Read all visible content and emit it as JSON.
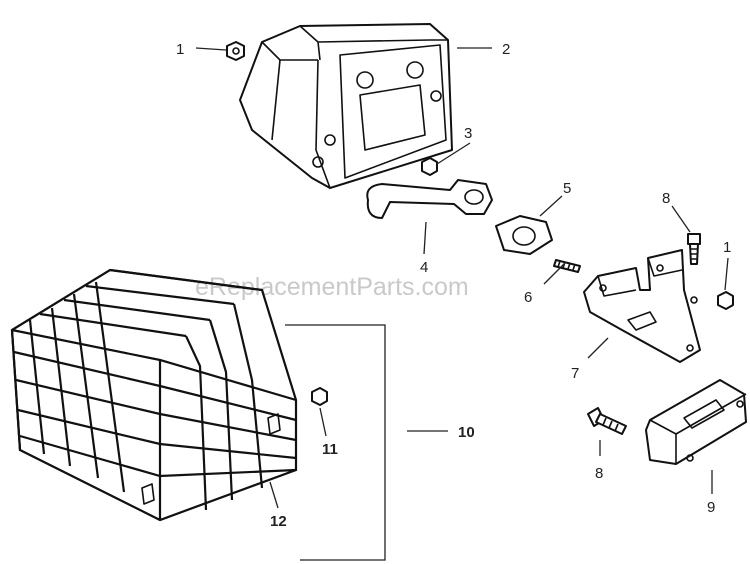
{
  "watermark": "eReplacementParts.com",
  "callouts": [
    {
      "id": "c1a",
      "text": "1"
    },
    {
      "id": "c2",
      "text": "2"
    },
    {
      "id": "c3",
      "text": "3"
    },
    {
      "id": "c4",
      "text": "4"
    },
    {
      "id": "c5",
      "text": "5"
    },
    {
      "id": "c6",
      "text": "6"
    },
    {
      "id": "c7",
      "text": "7"
    },
    {
      "id": "c8a",
      "text": "8"
    },
    {
      "id": "c1b",
      "text": "1"
    },
    {
      "id": "c8b",
      "text": "8"
    },
    {
      "id": "c9",
      "text": "9"
    },
    {
      "id": "c10",
      "text": "10"
    },
    {
      "id": "c11",
      "text": "11"
    },
    {
      "id": "c12",
      "text": "12"
    }
  ]
}
